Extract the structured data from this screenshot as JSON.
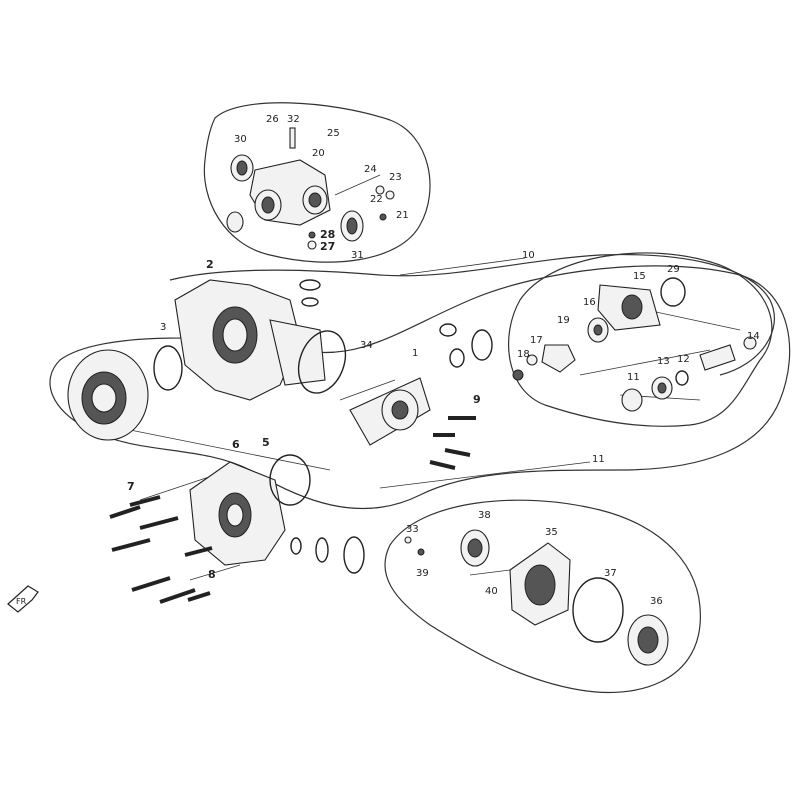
{
  "diagram": {
    "callouts": {
      "c1": "1",
      "c2": "2",
      "c3": "3",
      "c5": "5",
      "c6": "6",
      "c7": "7",
      "c8": "8",
      "c9": "9",
      "c10": "10",
      "c11": "11",
      "c12": "12",
      "c13": "13",
      "c14": "14",
      "c15": "15",
      "c16": "16",
      "c17": "17",
      "c18": "18",
      "c19": "19",
      "c20": "20",
      "c21": "21",
      "c22": "22",
      "c23": "23",
      "c24": "24",
      "c25": "25",
      "c26": "26",
      "c27": "27",
      "c28": "28",
      "c29": "29",
      "c30": "30",
      "c31": "31",
      "c32": "32",
      "c33": "33",
      "c34": "34",
      "c35": "35",
      "c36": "36",
      "c37": "37",
      "c38": "38",
      "c39": "39",
      "c40": "40"
    },
    "direction_label": "FR"
  }
}
